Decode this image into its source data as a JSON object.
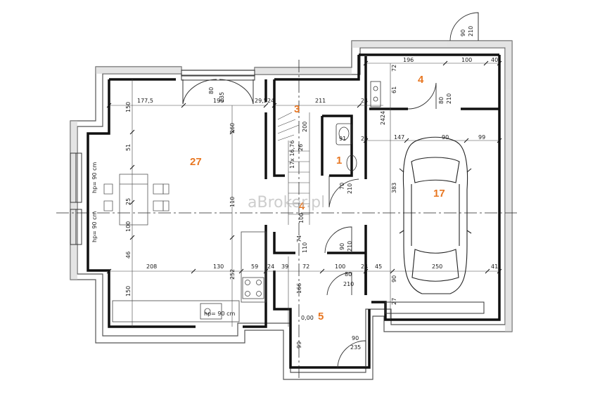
{
  "rooms": {
    "r27": "27",
    "r3": "3",
    "r1": "1",
    "r4a": "4",
    "r4b": "4",
    "r17": "17",
    "r5": "5"
  },
  "watermark": "aBroker.pl",
  "dims": {
    "d1775": "177,5",
    "d190": "190",
    "d80_235_top": "80",
    "d235_top": "235",
    "d295": "29,5",
    "d24a": "24",
    "d211": "211",
    "d24b": "24",
    "d150a": "150",
    "d260": "260",
    "d51": "51",
    "d100a": "100",
    "d25": "25",
    "d46": "46",
    "d110": "110",
    "d208": "208",
    "d130": "130",
    "d59": "59",
    "d24c": "24",
    "d39": "39",
    "d72a": "72",
    "d100b": "100",
    "d24d": "24",
    "d45": "45",
    "d250": "250",
    "d41": "41",
    "d150b": "150",
    "d252": "252",
    "d166": "166",
    "d99a": "99",
    "d196": "196",
    "d100c": "100",
    "d40": "40",
    "d72b": "72",
    "d61": "61",
    "d80_210_a": "80",
    "d210_a": "210",
    "d90_210_top": "90",
    "d210_top": "210",
    "d147": "147",
    "d90a": "90",
    "d99b": "99",
    "d383": "383",
    "d91": "91",
    "d70": "70",
    "d210_b": "210",
    "d90_210_b": "90",
    "d210_c": "210",
    "d80_210_b": "80",
    "d210_d": "210",
    "d90_235_b": "90",
    "d235_b": "235",
    "d74": "74",
    "d110b": "110",
    "d90_gar": "90",
    "d27": "27",
    "d24e": "24",
    "d24f": "24",
    "d200": "200",
    "d24g": "24",
    "d100d": "100"
  },
  "notes": {
    "hp_left_top": "hp= 90 cm",
    "hp_left_bottom": "hp= 90 cm",
    "hp_kitchen": "hp= 90 cm",
    "stairs": "17x 16,76",
    "stairs2": "26",
    "level": "0,00"
  }
}
